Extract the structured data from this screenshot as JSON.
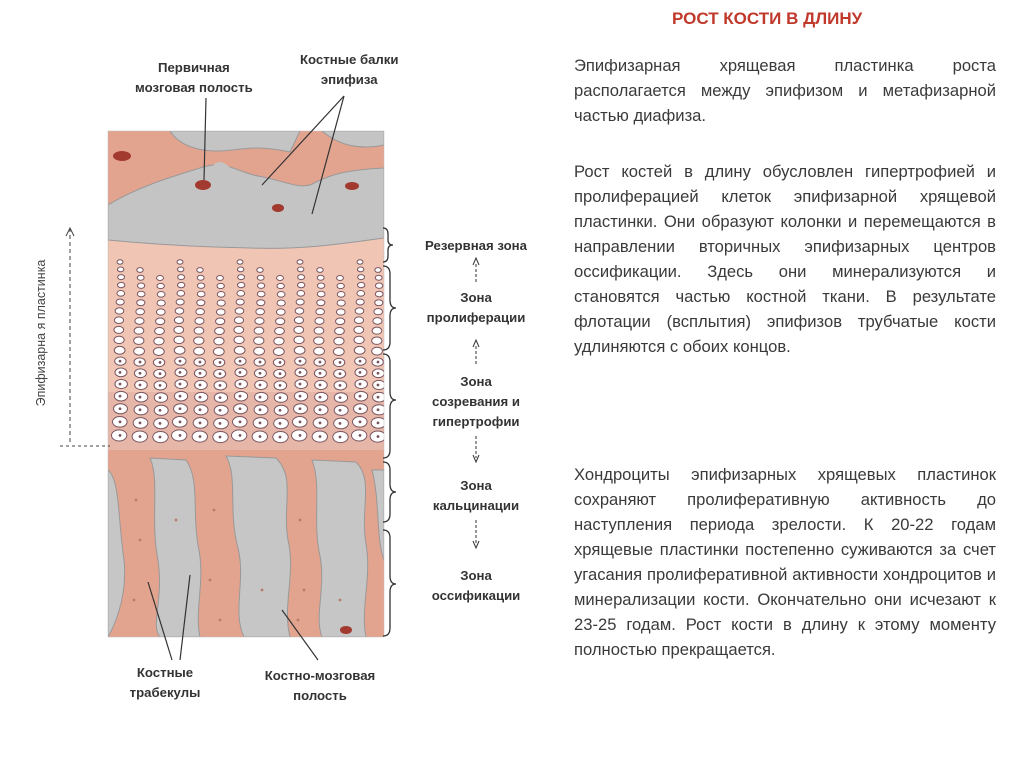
{
  "slide": {
    "title": "РОСТ КОСТИ В ДЛИНУ",
    "paragraphs": [
      "Эпифизарная хрящевая пластинка роста располагается между эпифизом и метафизарной частью диафиза.",
      "Рост костей в длину обусловлен гипертрофией и пролиферацией клеток эпифизарной хрящевой пластинки. Они образуют колонки и перемещаются в направлении вторичных эпифизарных центров оссификации. Здесь они минерализуются и становятся частью костной ткани. В результате флотации (всплытия) эпифизов трубчатые кости удлиняются с обоих концов.",
      "Хондроциты эпифизарных хрящевых пластинок сохраняют пролиферативную активность до наступления периода зрелости. К 20-22 годам хрящевые пластинки постепенно суживаются за счет угасания пролиферативной активности хондроцитов и минерализации кости. Окончательно они исчезают к 23-25 годам. Рост кости в длину к этому моменту полностью прекращается."
    ]
  },
  "diagram": {
    "top_labels": {
      "primary_cavity": [
        "Первичная",
        "мозговая полость"
      ],
      "epiphysis_beams": [
        "Костные балки",
        "эпифиза"
      ]
    },
    "vertical_label": "Эпифизарна я пластинка",
    "zones": {
      "reserve": [
        "Резервная зона"
      ],
      "proliferation": [
        "Зона",
        "пролиферации"
      ],
      "maturation": [
        "Зона",
        "созревания и",
        "гипертрофии"
      ],
      "calcification": [
        "Зона",
        "кальцинации"
      ],
      "ossification": [
        "Зона",
        "оссификации"
      ]
    },
    "bottom_labels": {
      "trabeculae": [
        "Костные",
        "трабекулы"
      ],
      "marrow_cavity": [
        "Костно-мозговая",
        "полость"
      ]
    },
    "colors": {
      "tissue": "#e5a590",
      "bone": "#c4c4c4",
      "cartilage": "#f1c8b8",
      "cell_outline": "#7a5560",
      "marrow_cell": "#a33a30"
    }
  }
}
